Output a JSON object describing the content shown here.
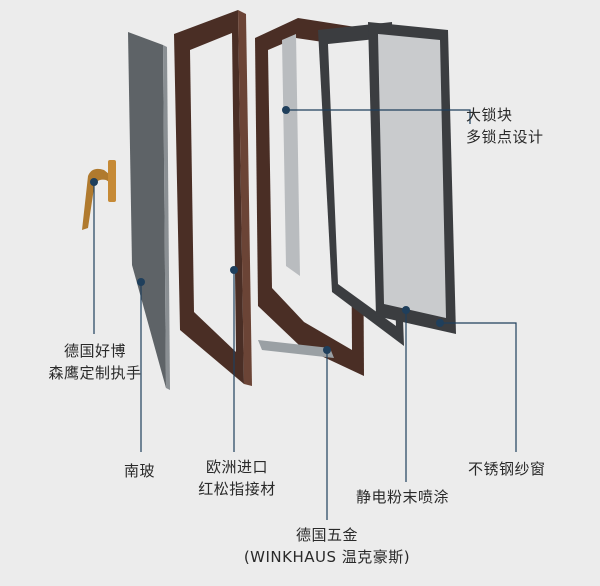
{
  "colors": {
    "background": "#ececec",
    "wood": "#4a2e25",
    "wood_light": "#6b4436",
    "glass": "#5e6367",
    "leader": "#1f3f5c",
    "dot": "#1f3f5c",
    "handle": "#b07a2e"
  },
  "labels": {
    "lock_block_line1": "大锁块",
    "lock_block_line2": "多锁点设计",
    "handle_line1": "德国好博",
    "handle_line2": "森鹰定制执手",
    "glass": "南玻",
    "wood_line1": "欧洲进口",
    "wood_line2": "红松指接材",
    "hardware_line1": "德国五金",
    "hardware_line2": "(WINKHAUS  温克豪斯)",
    "coating": "静电粉末喷涂",
    "screen": "不锈钢纱窗"
  }
}
